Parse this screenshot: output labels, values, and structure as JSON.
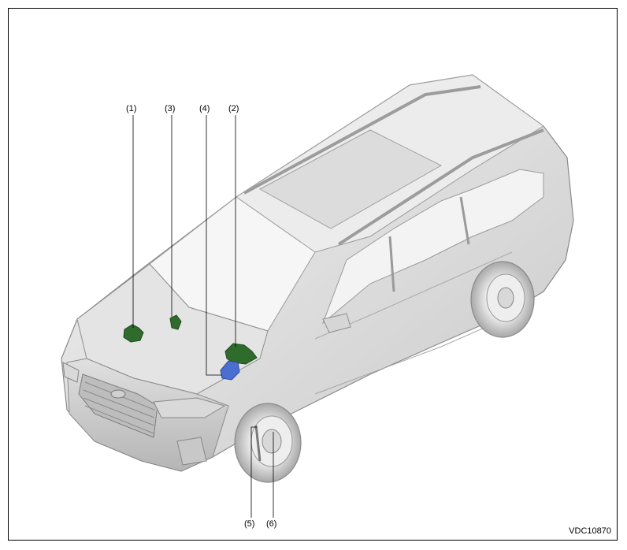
{
  "callouts": [
    {
      "label": "(1)"
    },
    {
      "label": "(3)"
    },
    {
      "label": "(4)"
    },
    {
      "label": "(2)"
    },
    {
      "label": "(5)"
    },
    {
      "label": "(6)"
    }
  ],
  "figure_id": "VDC10870",
  "colors": {
    "component_green": "#2f6b2c",
    "component_blue": "#4a6fd1",
    "body_light": "#e6e6e6",
    "body_mid": "#cfcfcf",
    "body_dark": "#9e9e9e",
    "outline": "#8a8a8a"
  }
}
